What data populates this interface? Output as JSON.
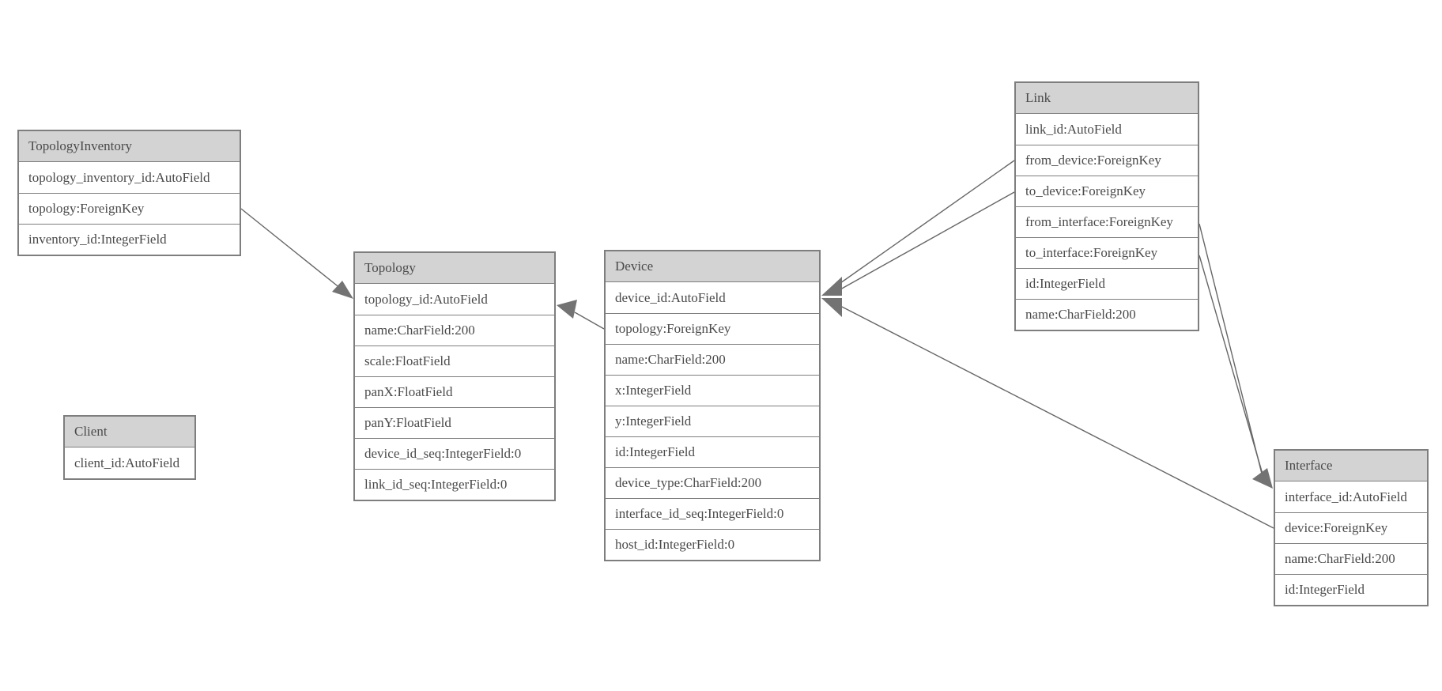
{
  "entities": [
    {
      "name": "TopologyInventory",
      "fields": [
        "topology_inventory_id:AutoField",
        "topology:ForeignKey",
        "inventory_id:IntegerField"
      ]
    },
    {
      "name": "Topology",
      "fields": [
        "topology_id:AutoField",
        "name:CharField:200",
        "scale:FloatField",
        "panX:FloatField",
        "panY:FloatField",
        "device_id_seq:IntegerField:0",
        "link_id_seq:IntegerField:0"
      ]
    },
    {
      "name": "Client",
      "fields": [
        "client_id:AutoField"
      ]
    },
    {
      "name": "Device",
      "fields": [
        "device_id:AutoField",
        "topology:ForeignKey",
        "name:CharField:200",
        "x:IntegerField",
        "y:IntegerField",
        "id:IntegerField",
        "device_type:CharField:200",
        "interface_id_seq:IntegerField:0",
        "host_id:IntegerField:0"
      ]
    },
    {
      "name": "Link",
      "fields": [
        "link_id:AutoField",
        "from_device:ForeignKey",
        "to_device:ForeignKey",
        "from_interface:ForeignKey",
        "to_interface:ForeignKey",
        "id:IntegerField",
        "name:CharField:200"
      ]
    },
    {
      "name": "Interface",
      "fields": [
        "interface_id:AutoField",
        "device:ForeignKey",
        "name:CharField:200",
        "id:IntegerField"
      ]
    }
  ],
  "relationships": [
    {
      "from": "TopologyInventory.topology",
      "to": "Topology.topology_id"
    },
    {
      "from": "Device.topology",
      "to": "Topology.topology_id"
    },
    {
      "from": "Link.from_device",
      "to": "Device.device_id"
    },
    {
      "from": "Link.to_device",
      "to": "Device.device_id"
    },
    {
      "from": "Link.from_interface",
      "to": "Interface.interface_id"
    },
    {
      "from": "Link.to_interface",
      "to": "Interface.interface_id"
    },
    {
      "from": "Interface.device",
      "to": "Device.device_id"
    }
  ],
  "colors": {
    "background": "#ffffff",
    "header_fill": "#d3d3d3",
    "border": "#7e7e7e",
    "text": "#4a4a4a",
    "edge": "#666666",
    "arrow": "#737373"
  }
}
